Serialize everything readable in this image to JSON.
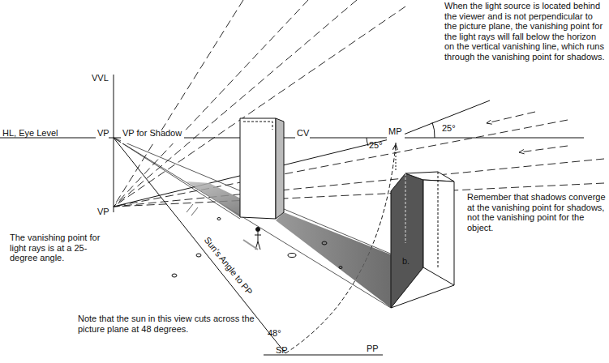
{
  "diagram": {
    "labels": [
      "When the light source is located behind the viewer and is not perpendicular to the picture plane, the vanishing point for the light rays will fall below the horizon on the vertical vanishing line, which runs through the vanishing point for shadows.",
      "VVL",
      "HL, Eye Level",
      "VP",
      "VP for Shadow",
      "CV",
      "MP",
      "25°",
      "25°",
      "Remember that shadows converge at the vanishing point for shadows, not the vanishing point for the object.",
      "The vanishing point for light rays is at a 25-degree angle.",
      "VP",
      "Sun's Angle to PP",
      "b.",
      "Note that the sun in this view cuts across the picture plane at 48 degrees.",
      "48°",
      "SP",
      "PP"
    ]
  }
}
